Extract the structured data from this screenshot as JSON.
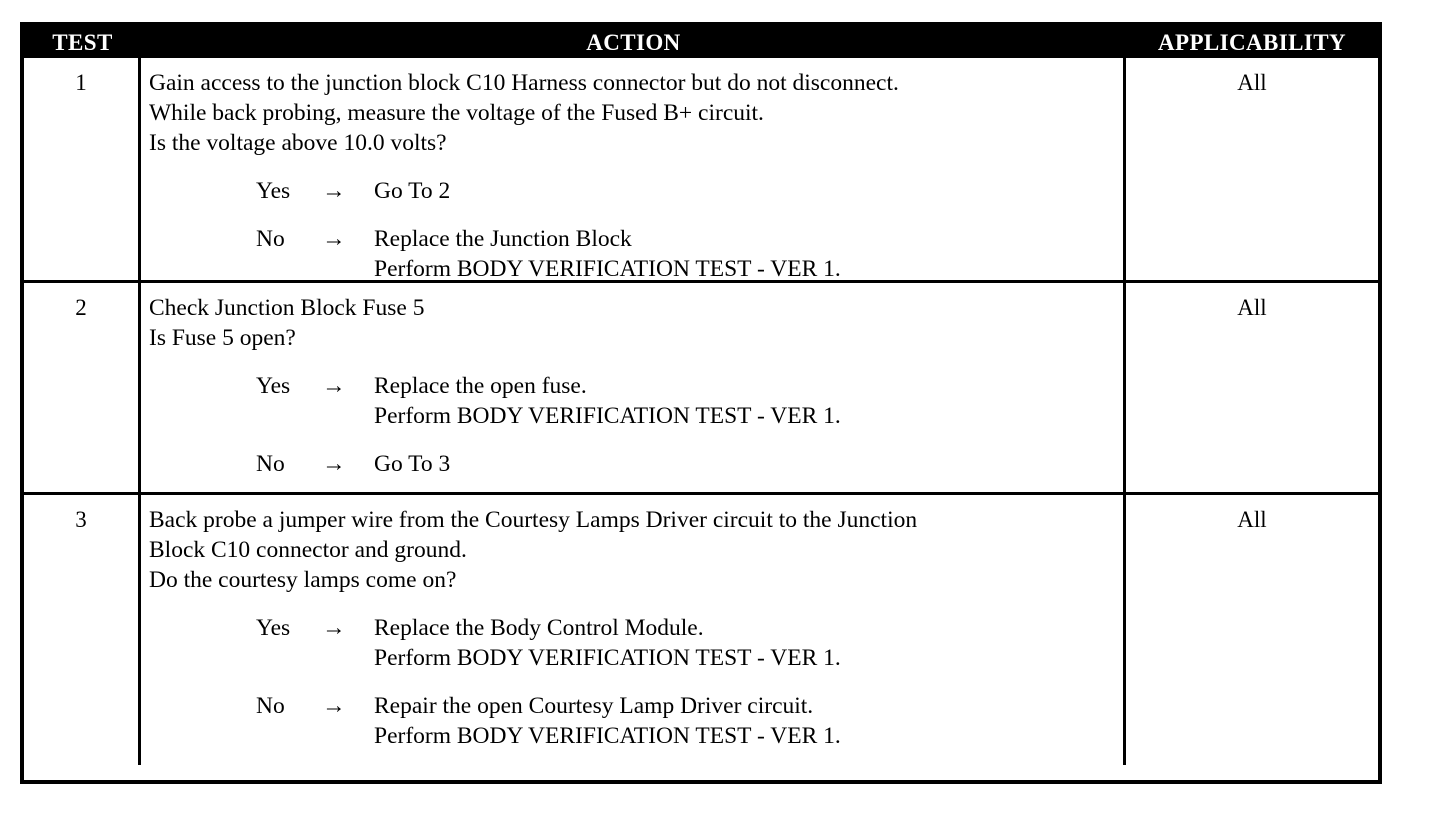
{
  "table": {
    "headers": {
      "test": "TEST",
      "action": "ACTION",
      "applicability": "APPLICABILITY"
    },
    "arrow_glyph": "→",
    "rows": [
      {
        "test": "1",
        "applicability": "All",
        "statement": [
          "Gain access to the junction block C10 Harness connector but do not disconnect.",
          "While back probing, measure the voltage of the Fused B+ circuit.",
          "Is the voltage above 10.0 volts?"
        ],
        "branches": [
          {
            "label": "Yes",
            "arrow": "→",
            "lines": [
              "Go To   2"
            ]
          },
          {
            "label": "No",
            "arrow": "→",
            "lines": [
              "Replace the Junction Block",
              "Perform BODY VERIFICATION TEST - VER 1."
            ]
          }
        ]
      },
      {
        "test": "2",
        "applicability": "All",
        "statement": [
          "Check Junction Block Fuse 5",
          "Is Fuse 5 open?"
        ],
        "branches": [
          {
            "label": "Yes",
            "arrow": "→",
            "lines": [
              "Replace the open fuse.",
              "Perform BODY VERIFICATION TEST - VER 1."
            ]
          },
          {
            "label": "No",
            "arrow": "→",
            "lines": [
              "Go To   3"
            ]
          }
        ]
      },
      {
        "test": "3",
        "applicability": "All",
        "statement": [
          "Back probe a jumper wire from the Courtesy Lamps Driver circuit to the Junction",
          "Block C10 connector and ground.",
          "Do the courtesy lamps come on?"
        ],
        "branches": [
          {
            "label": "Yes",
            "arrow": "→",
            "lines": [
              "Replace the Body Control Module.",
              "Perform BODY VERIFICATION TEST - VER 1."
            ]
          },
          {
            "label": "No",
            "arrow": "→",
            "lines": [
              "Repair the open Courtesy Lamp Driver circuit.",
              "Perform BODY VERIFICATION TEST - VER 1."
            ]
          }
        ]
      }
    ]
  }
}
